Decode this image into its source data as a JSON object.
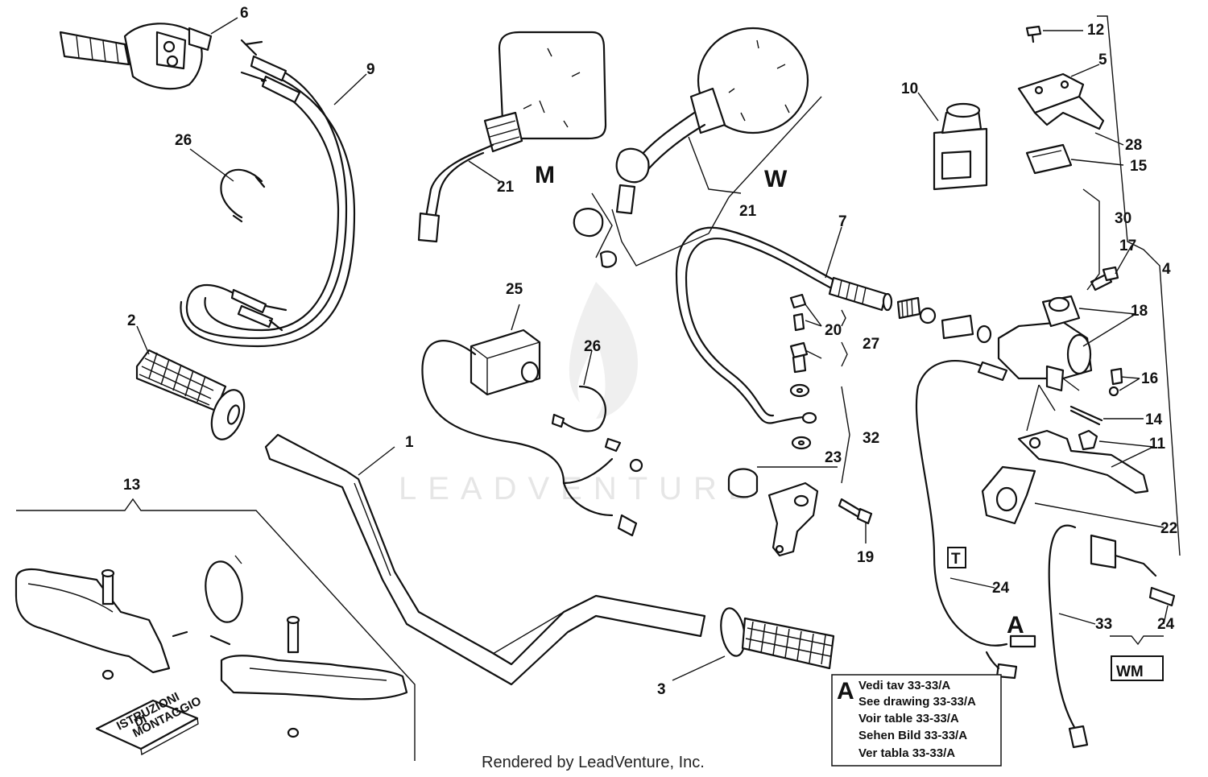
{
  "watermark": "LEADVENTURE",
  "footer": "Rendered by LeadVenture, Inc.",
  "variants": {
    "m": "M",
    "w": "W",
    "t": "T",
    "a": "A",
    "wm": "WM"
  },
  "callouts": {
    "c1": "1",
    "c2": "2",
    "c3": "3",
    "c4": "4",
    "c5": "5",
    "c6": "6",
    "c7": "7",
    "c9": "9",
    "c10": "10",
    "c11": "11",
    "c12": "12",
    "c13": "13",
    "c14": "14",
    "c15": "15",
    "c16": "16",
    "c17": "17",
    "c18": "18",
    "c19": "19",
    "c20": "20",
    "c21a": "21",
    "c21b": "21",
    "c22": "22",
    "c23": "23",
    "c24a": "24",
    "c24b": "24",
    "c25": "25",
    "c26a": "26",
    "c26b": "26",
    "c27": "27",
    "c28": "28",
    "c30": "30",
    "c32": "32",
    "c33": "33"
  },
  "note_box": {
    "letter": "A",
    "lines": [
      "Vedi tav 33-33/A",
      "See drawing 33-33/A",
      "Voir table 33-33/A",
      "Sehen Bild 33-33/A",
      "Ver tabla 33-33/A"
    ]
  },
  "manual_booklet": {
    "lines": [
      "ISTRUZIONI",
      "DI",
      "MONTAGGIO"
    ]
  }
}
